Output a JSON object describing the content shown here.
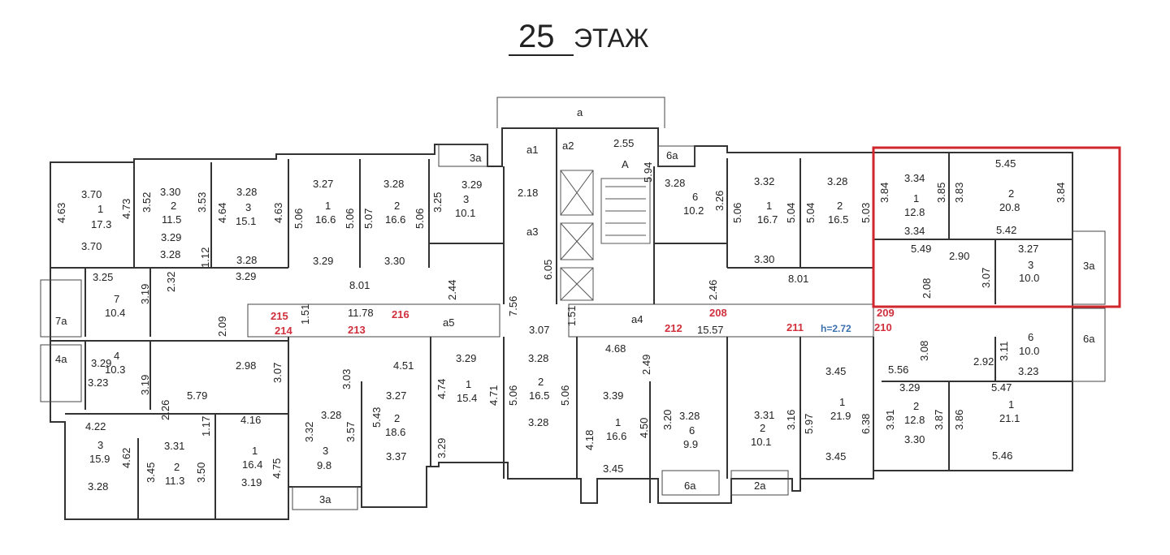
{
  "header": {
    "floor_number": "25",
    "floor_word": "ЭТАЖ"
  },
  "highlight_color": "#d0262e",
  "apartment_number_color": "#d02f3c",
  "height_label_color": "#3a6fb0",
  "height_label": "h=2.72",
  "apartment_numbers": [
    "215",
    "214",
    "216",
    "213",
    "208",
    "212",
    "211",
    "209",
    "210"
  ],
  "rooms": [
    {
      "id": "a",
      "label": "a"
    },
    {
      "id": "a1",
      "label": "a1"
    },
    {
      "id": "a2",
      "label": "a2"
    },
    {
      "id": "A",
      "label": "A"
    },
    {
      "id": "a3",
      "label": "a3"
    },
    {
      "id": "a4",
      "label": "a4"
    },
    {
      "id": "a5",
      "label": "a5"
    },
    {
      "id": "3a-top-left",
      "label": "3a"
    },
    {
      "id": "6a-top",
      "label": "6a"
    },
    {
      "id": "7a",
      "label": "7a"
    },
    {
      "id": "4a",
      "label": "4a"
    },
    {
      "id": "3a-right",
      "label": "3a"
    },
    {
      "id": "6a-right",
      "label": "6a"
    },
    {
      "id": "6a-bottom",
      "label": "6a"
    },
    {
      "id": "2a-bottom",
      "label": "2a"
    },
    {
      "id": "3a-bottom",
      "label": "3a"
    }
  ],
  "room_areas": [
    {
      "num": "1",
      "area": "17.3"
    },
    {
      "num": "2",
      "area": "11.5"
    },
    {
      "num": "3",
      "area": "15.1"
    },
    {
      "num": "1",
      "area": "16.6"
    },
    {
      "num": "2",
      "area": "16.6"
    },
    {
      "num": "3",
      "area": "10.1"
    },
    {
      "num": "6",
      "area": "10.2"
    },
    {
      "num": "1",
      "area": "16.7"
    },
    {
      "num": "2",
      "area": "16.5"
    },
    {
      "num": "1",
      "area": "12.8"
    },
    {
      "num": "2",
      "area": "20.8"
    },
    {
      "num": "3",
      "area": "10.0"
    },
    {
      "num": "7",
      "area": "10.4"
    },
    {
      "num": "4",
      "area": "10.3"
    },
    {
      "num": "6",
      "area": "10.0"
    },
    {
      "num": "3",
      "area": "15.9"
    },
    {
      "num": "2",
      "area": "11.3"
    },
    {
      "num": "1",
      "area": "16.4"
    },
    {
      "num": "3",
      "area": "9.8"
    },
    {
      "num": "2",
      "area": "18.6"
    },
    {
      "num": "1",
      "area": "15.4"
    },
    {
      "num": "2",
      "area": "16.5"
    },
    {
      "num": "1",
      "area": "16.6"
    },
    {
      "num": "6",
      "area": "9.9"
    },
    {
      "num": "2",
      "area": "10.1"
    },
    {
      "num": "1",
      "area": "21.9"
    },
    {
      "num": "2",
      "area": "12.8"
    },
    {
      "num": "1",
      "area": "21.1"
    }
  ],
  "dims": [
    "3.70",
    "4.63",
    "4.73",
    "3.70",
    "3.30",
    "3.52",
    "3.53",
    "3.29",
    "3.28",
    "4.64",
    "4.63",
    "3.27",
    "5.06",
    "5.06",
    "3.29",
    "3.28",
    "5.07",
    "5.06",
    "3.30",
    "3.29",
    "3.25",
    "2.18",
    "2.55",
    "5.94",
    "6.05",
    "3.28",
    "3.26",
    "3.32",
    "5.06",
    "5.04",
    "3.30",
    "3.28",
    "5.04",
    "5.03",
    "3.34",
    "3.84",
    "3.85",
    "5.45",
    "3.83",
    "3.84",
    "5.42",
    "3.34",
    "5.49",
    "2.90",
    "3.27",
    "3.07",
    "2.08",
    "3.28",
    "2.32",
    "1.12",
    "3.28",
    "3.29",
    "3.25",
    "3.19",
    "2.09",
    "8.01",
    "11.78",
    "1.51",
    "2.44",
    "7.56",
    "3.07",
    "1.51",
    "2.46",
    "8.01",
    "15.57",
    "3.08",
    "2.92",
    "3.11",
    "3.23",
    "5.56",
    "3.29",
    "5.47",
    "3.91",
    "3.87",
    "3.86",
    "3.30",
    "5.46",
    "2.98",
    "3.07",
    "3.03",
    "4.51",
    "3.27",
    "3.29",
    "4.74",
    "4.71",
    "3.28",
    "5.06",
    "5.06",
    "4.68",
    "2.49",
    "3.39",
    "3.28",
    "4.18",
    "4.50",
    "3.20",
    "3.28",
    "3.31",
    "3.16",
    "3.45",
    "5.97",
    "6.38",
    "3.45",
    "3.23",
    "5.79",
    "4.22",
    "4.16",
    "2.26",
    "1.17",
    "4.62",
    "3.28",
    "3.31",
    "3.45",
    "3.50",
    "4.75",
    "3.19",
    "3.32",
    "3.57",
    "5.43",
    "3.29",
    "3.37",
    "3.45",
    "3.28",
    "3.19",
    "3.29"
  ]
}
